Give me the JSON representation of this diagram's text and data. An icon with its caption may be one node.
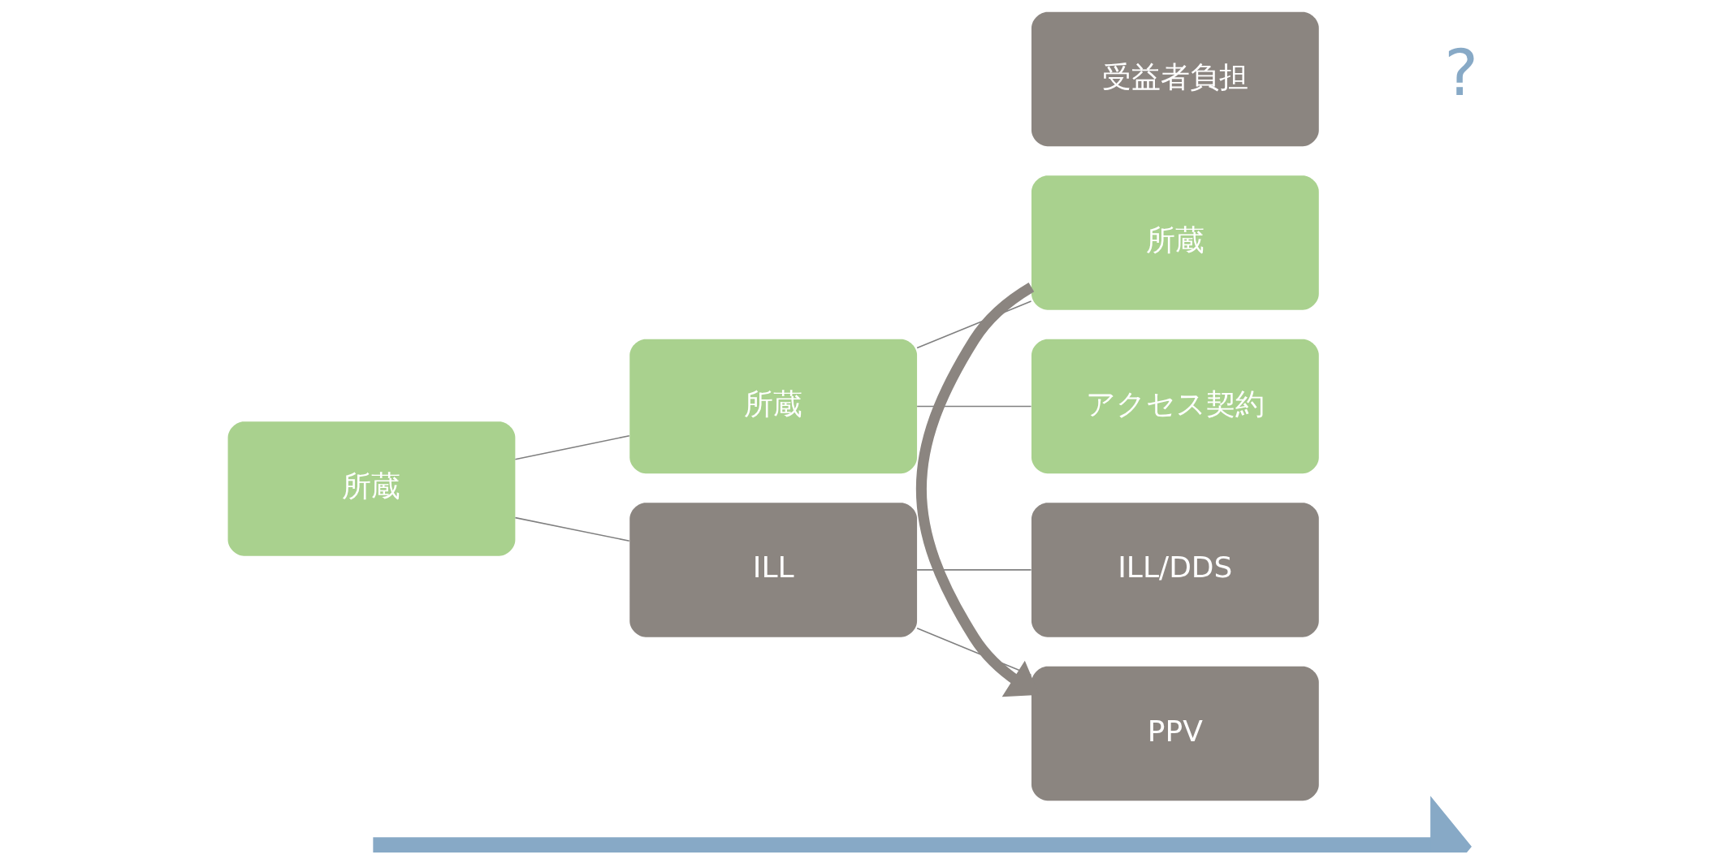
{
  "diagram": {
    "nodes": [
      {
        "text": [
          "所蔵"
        ]
      },
      {
        "text": [
          "所蔵"
        ]
      },
      {
        "text": [
          "ILL"
        ]
      },
      {
        "text": [
          "所蔵"
        ]
      },
      {
        "text": [
          "アクセス契約"
        ]
      },
      {
        "text": [
          "ILL/DDS"
        ]
      },
      {
        "text": [
          "PPV"
        ]
      },
      {
        "text": [
          "受益者負担"
        ]
      }
    ],
    "edges": [
      {
        "from": 0,
        "to": 1,
        "arrow": "none"
      },
      {
        "from": 0,
        "to": 2,
        "arrow": "none"
      },
      {
        "from": 1,
        "to": 3,
        "arrow": "none"
      },
      {
        "from": 1,
        "to": 4,
        "arrow": "none"
      },
      {
        "from": 2,
        "to": 5,
        "arrow": "none"
      },
      {
        "from": 2,
        "to": 6,
        "arrow": "none"
      },
      {
        "from": 3,
        "to": 6,
        "arrow": "to",
        "style": "thick",
        "color": "#8b8580"
      }
    ],
    "labels": [
      "?"
    ]
  }
}
